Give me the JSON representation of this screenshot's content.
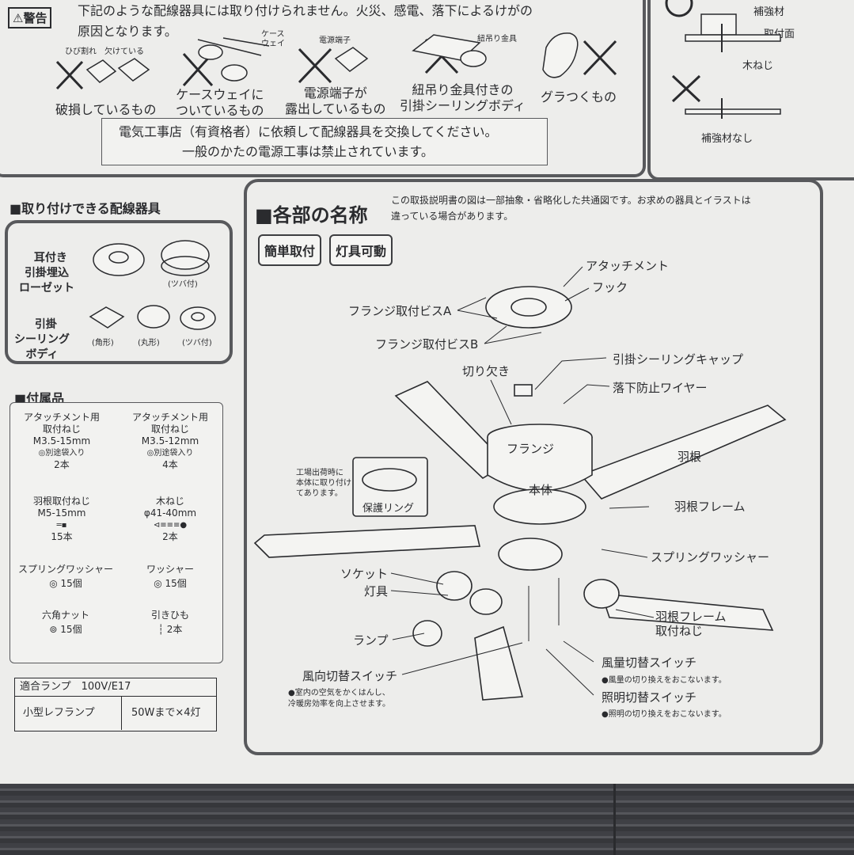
{
  "warning": {
    "badge": "⚠警告",
    "line1": "下記のような配線器具には取り付けられません。火災、感電、落下によるけがの",
    "line2": "原因となります。",
    "items": [
      {
        "label1": "破損しているもの",
        "label2": ""
      },
      {
        "label1": "ケースウェイに",
        "label2": "ついているもの"
      },
      {
        "label1": "電源端子が",
        "label2": "露出しているもの"
      },
      {
        "label1": "紐吊り金具付きの",
        "label2": "引掛シーリングボディ"
      },
      {
        "label1": "グラつくもの",
        "label2": ""
      }
    ],
    "small_labels": {
      "crack": "ひび割れ",
      "chip": "欠けている",
      "caseway": "ケース\nウェイ",
      "terminal": "電源端子",
      "hanger": "紐吊り金具"
    },
    "notice_line1": "電気工事店（有資格者）に依頼して配線器具を交換してください。",
    "notice_line2": "一般のかたの電源工事は禁止されています。"
  },
  "mount_right": {
    "reinforce": "補強材",
    "surface": "取付面",
    "screw": "木ねじ",
    "no_reinforce": "補強材なし"
  },
  "compatible": {
    "title": "■取り付けできる配線器具",
    "rosette": "耳付き\n引掛埋込\nローゼット",
    "rosette_note": "(ツバ付)",
    "ceiling_body": "引掛\nシーリング\nボディ",
    "types": [
      "(角形)",
      "(丸形)",
      "(ツバ付)"
    ]
  },
  "accessories": {
    "title": "■付属品",
    "items": [
      {
        "name": "アタッチメント用\n取付ねじ",
        "spec": "M3.5-15mm",
        "note": "別途袋入り",
        "qty": "2本"
      },
      {
        "name": "アタッチメント用\n取付ねじ",
        "spec": "M3.5-12mm",
        "note": "別途袋入り",
        "qty": "4本"
      },
      {
        "name": "羽根取付ねじ",
        "spec": "M5-15mm",
        "note": "",
        "qty": "15本"
      },
      {
        "name": "木ねじ",
        "spec": "φ41-40mm",
        "note": "",
        "qty": "2本"
      },
      {
        "name": "スプリングワッシャー",
        "spec": "",
        "note": "",
        "qty": "15個"
      },
      {
        "name": "ワッシャー",
        "spec": "",
        "note": "",
        "qty": "15個"
      },
      {
        "name": "六角ナット",
        "spec": "",
        "note": "",
        "qty": "15個"
      },
      {
        "name": "引きひも",
        "spec": "",
        "note": "",
        "qty": "2本"
      }
    ]
  },
  "lamp_table": {
    "header": "適合ランプ　100V/E17",
    "type": "小型レフランプ",
    "spec": "50Wまで×4灯"
  },
  "parts": {
    "title": "■各部の名称",
    "note1": "この取扱説明書の図は一部抽象・省略化した共通図です。お求めの器具とイラストは",
    "note2": "違っている場合があります。",
    "tag1": "簡単取付",
    "tag2": "灯具可動",
    "labels": {
      "attachment": "アタッチメント",
      "hook": "フック",
      "flange_screw_a": "フランジ取付ビスA",
      "flange_screw_b": "フランジ取付ビスB",
      "notch": "切り欠き",
      "ceiling_cap": "引掛シーリングキャップ",
      "fall_wire": "落下防止ワイヤー",
      "flange": "フランジ",
      "body": "本体",
      "blade": "羽根",
      "blade_frame": "羽根フレーム",
      "spring_washer": "スプリングワッシャー",
      "socket": "ソケット",
      "light": "灯具",
      "lamp": "ランプ",
      "frame_screw1": "羽根フレーム",
      "frame_screw2": "取付ねじ",
      "wind_switch": "風量切替スイッチ",
      "wind_note": "●風量の切り換えをおこないます。",
      "light_switch": "照明切替スイッチ",
      "light_note": "●照明の切り換えをおこないます。",
      "direction_switch": "風向切替スイッチ",
      "direction_note1": "●室内の空気をかくはんし、",
      "direction_note2": "冷暖房効率を向上させます。",
      "factory1": "工場出荷時に",
      "factory2": "本体に取り付け",
      "factory3": "てあります。",
      "ring": "保護リング"
    }
  }
}
